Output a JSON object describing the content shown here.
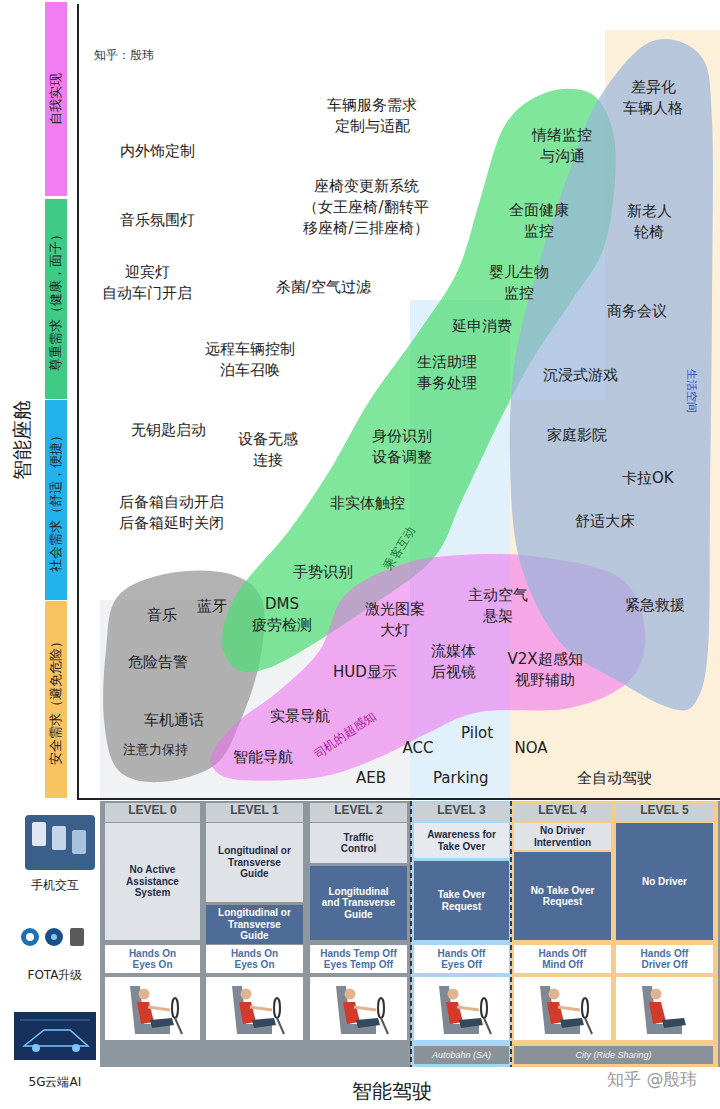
{
  "diagram": {
    "nodes": [
      {
        "text": [
          "自我实现"
        ]
      },
      {
        "text": [
          "尊重需求（健康，面子）"
        ]
      },
      {
        "text": [
          "社会需求（舒适，便捷）"
        ]
      },
      {
        "text": [
          "安全需求（避免危险）"
        ]
      },
      {
        "text": [
          "音乐",
          "蓝牙",
          "危险告警",
          "车机通话",
          "注意力保持"
        ]
      },
      {
        "text": [
          "乘客互动",
          "DMS 疲劳检测",
          "手势识别",
          "非实体触控",
          "身份识别 设备调整",
          "生活助理 事务处理",
          "延申消费",
          "婴儿生物 监控",
          "全面健康 监控",
          "情绪监控 与沟通"
        ]
      },
      {
        "text": [
          "司机的超感知",
          "智能导航",
          "实景导航",
          "HUD显示",
          "激光图案 大灯",
          "流媒体 后视镜",
          "主动空气 悬架",
          "V2X超感知 视野辅助"
        ]
      },
      {
        "text": [
          "生活空间",
          "差异化 车辆人格",
          "新老人 轮椅",
          "商务会议",
          "沉浸式游戏",
          "家庭影院",
          "卡拉OK",
          "舒适大床",
          "紧急救援"
        ]
      },
      {
        "text": [
          "LEVEL 0"
        ]
      },
      {
        "text": [
          "No Active Assistance System"
        ],
        "in": 8
      },
      {
        "text": [
          "Hands On Eyes On"
        ],
        "in": 8
      },
      {
        "text": [
          "LEVEL 1"
        ]
      },
      {
        "text": [
          "Longitudinal or Transverse Guide"
        ],
        "in": 11
      },
      {
        "text": [
          "Longitudinal or Transverse Guide"
        ],
        "in": 11
      },
      {
        "text": [
          "Hands On Eyes On"
        ],
        "in": 11
      },
      {
        "text": [
          "LEVEL 2"
        ]
      },
      {
        "text": [
          "Traffic Control"
        ],
        "in": 15
      },
      {
        "text": [
          "Longitudinal and Transverse Guide"
        ],
        "in": 15
      },
      {
        "text": [
          "Hands Temp Off Eyes Temp Off"
        ],
        "in": 15
      },
      {
        "text": [
          "LEVEL 3"
        ]
      },
      {
        "text": [
          "Awareness for Take Over"
        ],
        "in": 19
      },
      {
        "text": [
          "Take Over Request"
        ],
        "in": 19
      },
      {
        "text": [
          "Hands Off Eyes Off"
        ],
        "in": 19
      },
      {
        "text": [
          "Autobahn (SA)"
        ],
        "in": 19
      },
      {
        "text": [
          "LEVEL 4"
        ]
      },
      {
        "text": [
          "No Driver Intervention"
        ],
        "in": 24
      },
      {
        "text": [
          "No Take Over Request"
        ],
        "in": 24
      },
      {
        "text": [
          "Hands Off Mind Off"
        ],
        "in": 24
      },
      {
        "text": [
          "LEVEL 5"
        ]
      },
      {
        "text": [
          "No Driver"
        ],
        "in": 28
      },
      {
        "text": [
          "Hands Off Driver Off"
        ],
        "in": 28
      },
      {
        "text": [
          "City (Ride Sharing)"
        ]
      }
    ],
    "labels": [
      "知乎：殷玮",
      "车辆服务需求 定制与适配",
      "内外饰定制",
      "音乐氛围灯",
      "座椅变更新系统 （女王座椅/翻转平 移座椅/三排座椅）",
      "迎宾灯 自动车门开启",
      "杀菌/空气过滤",
      "远程车辆控制 泊车召唤",
      "无钥匙启动",
      "设备无感 连接",
      "后备箱自动开启 后备箱延时关闭",
      "ACC",
      "Pilot",
      "NOA",
      "AEB",
      "Parking",
      "全自动驾驶",
      "智能座舱",
      "手机交互",
      "FOTA升级",
      "5G云端AI",
      "智能驾驶",
      "知乎 @殷玮"
    ]
  }
}
